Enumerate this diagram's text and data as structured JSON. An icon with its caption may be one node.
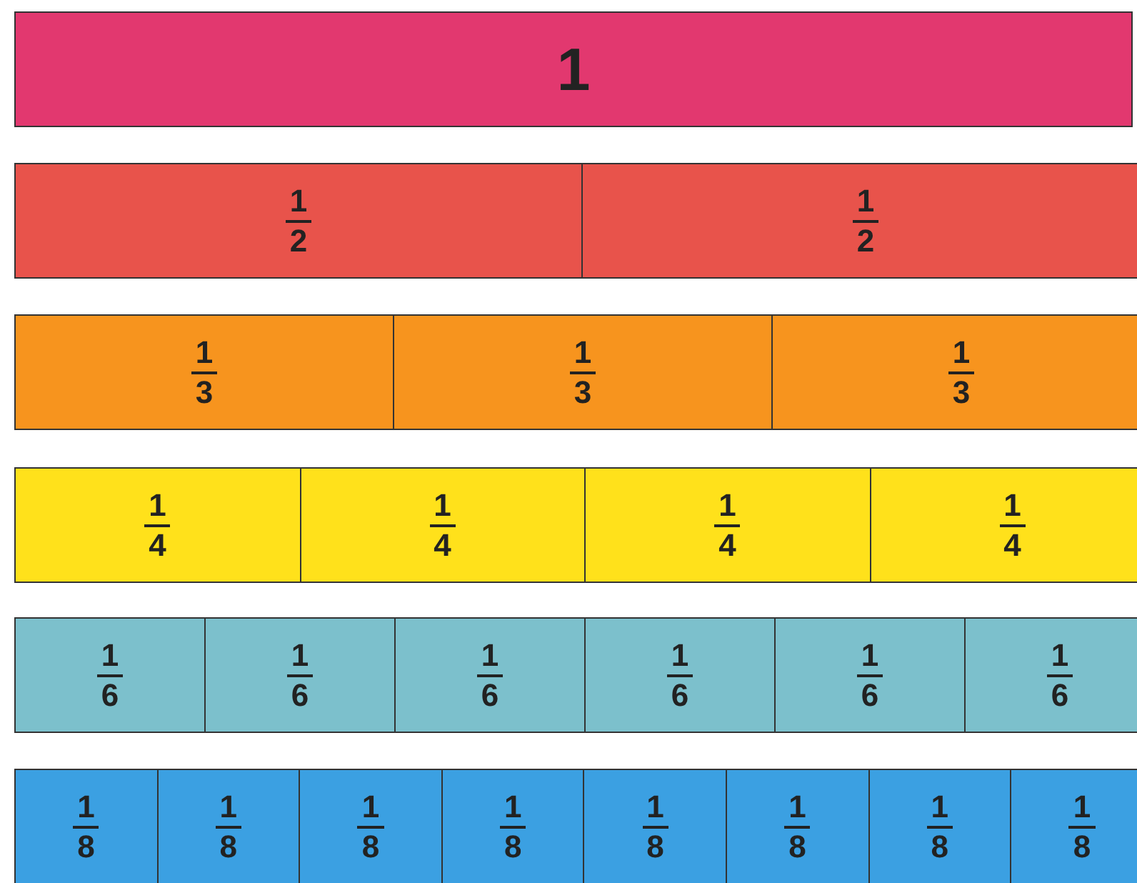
{
  "diagram": {
    "nodes": [
      {
        "text": [
          "1"
        ]
      },
      {
        "text": [
          "1",
          "2"
        ]
      },
      {
        "text": [
          "1",
          "2"
        ]
      },
      {
        "text": [
          "1",
          "3"
        ]
      },
      {
        "text": [
          "1",
          "3"
        ]
      },
      {
        "text": [
          "1",
          "3"
        ]
      },
      {
        "text": [
          "1",
          "4"
        ]
      },
      {
        "text": [
          "1",
          "4"
        ]
      },
      {
        "text": [
          "1",
          "4"
        ]
      },
      {
        "text": [
          "1",
          "4"
        ]
      },
      {
        "text": [
          "1",
          "6"
        ]
      },
      {
        "text": [
          "1",
          "6"
        ]
      },
      {
        "text": [
          "1",
          "6"
        ]
      },
      {
        "text": [
          "1",
          "6"
        ]
      },
      {
        "text": [
          "1",
          "6"
        ]
      },
      {
        "text": [
          "1",
          "6"
        ]
      },
      {
        "text": [
          "1",
          "8"
        ]
      },
      {
        "text": [
          "1",
          "8"
        ]
      },
      {
        "text": [
          "1",
          "8"
        ]
      },
      {
        "text": [
          "1",
          "8"
        ]
      },
      {
        "text": [
          "1",
          "8"
        ]
      },
      {
        "text": [
          "1",
          "8"
        ]
      },
      {
        "text": [
          "1",
          "8"
        ]
      },
      {
        "text": [
          "1",
          "8"
        ]
      }
    ]
  }
}
